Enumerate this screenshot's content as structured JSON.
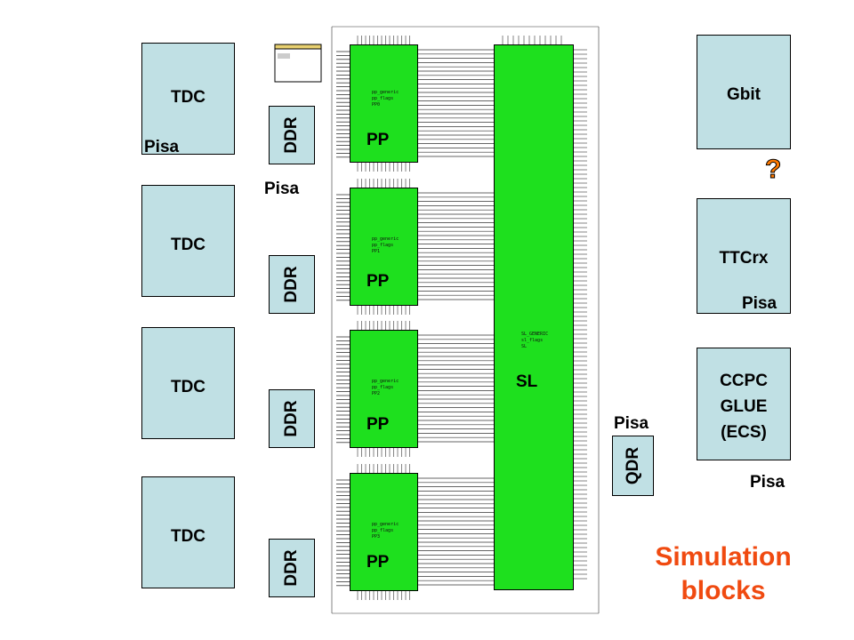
{
  "tdc_blocks": [
    {
      "label": "TDC",
      "sublabel": "Pisa"
    },
    {
      "label": "TDC",
      "sublabel": ""
    },
    {
      "label": "TDC",
      "sublabel": ""
    },
    {
      "label": "TDC",
      "sublabel": ""
    }
  ],
  "ddr_blocks": [
    {
      "label": "DDR"
    },
    {
      "label": "DDR"
    },
    {
      "label": "DDR"
    },
    {
      "label": "DDR"
    }
  ],
  "ddr_pisa_label": "Pisa",
  "pp_blocks": [
    {
      "label": "PP",
      "tiny": [
        "pp_generic",
        "pp_flags",
        "PP0"
      ]
    },
    {
      "label": "PP",
      "tiny": [
        "pp_generic",
        "pp_flags",
        "PP1"
      ]
    },
    {
      "label": "PP",
      "tiny": [
        "pp_generic",
        "pp_flags",
        "PP2"
      ]
    },
    {
      "label": "PP",
      "tiny": [
        "pp_generic",
        "pp_flags",
        "PP3"
      ]
    }
  ],
  "sl_block": {
    "label": "SL",
    "tiny": [
      "SL_GENERIC",
      "sl_flags",
      "SL"
    ]
  },
  "qdr_block": {
    "label": "QDR",
    "pisa": "Pisa"
  },
  "gbit_block": {
    "label": "Gbit"
  },
  "question_mark": "?",
  "ttcrx_block": {
    "label": "TTCrx",
    "pisa": "Pisa"
  },
  "ccpc_block": {
    "lines": [
      "CCPC",
      "GLUE",
      "(ECS)"
    ],
    "pisa": "Pisa"
  },
  "simulation_text": {
    "line1": "Simulation",
    "line2": "blocks"
  },
  "colors": {
    "block_fill": "#c0e0e4",
    "fpga_green": "#1ee01e",
    "accent_orange": "#f04a10"
  }
}
